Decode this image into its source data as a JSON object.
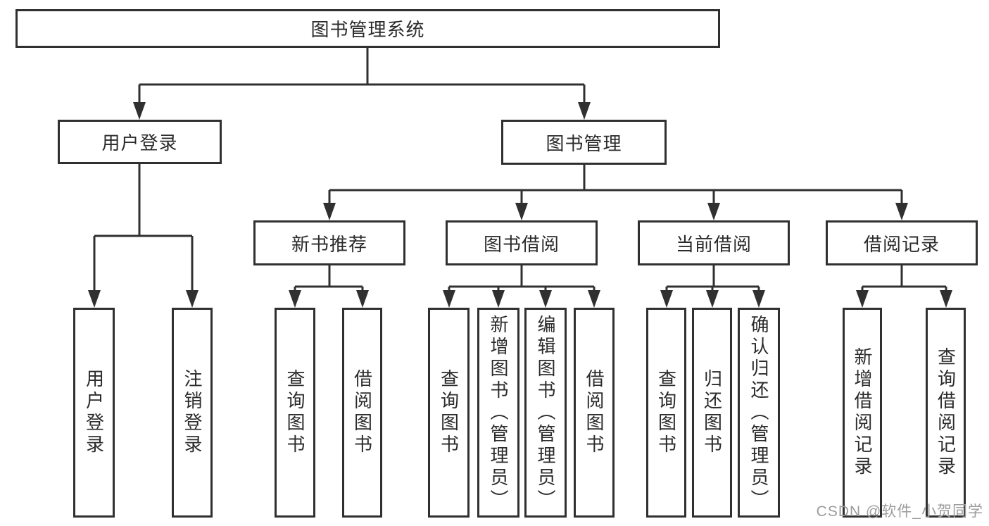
{
  "colors": {
    "line": "#303030",
    "box_border": "#303030",
    "text": "#2b2b2b",
    "background": "#ffffff",
    "watermark_text_color": "#9c9c9c"
  },
  "watermark": {
    "text": "CSDN @软件_小贺同学"
  },
  "tree": {
    "label": "图书管理系统",
    "children": [
      {
        "label": "用户登录",
        "children": [
          {
            "label": "用户登录"
          },
          {
            "label": "注销登录"
          }
        ]
      },
      {
        "label": "图书管理",
        "children": [
          {
            "label": "新书推荐",
            "children": [
              {
                "label": "查询图书"
              },
              {
                "label": "借阅图书"
              }
            ]
          },
          {
            "label": "图书借阅",
            "children": [
              {
                "label": "查询图书"
              },
              {
                "label": "新增图书（管理员）"
              },
              {
                "label": "编辑图书（管理员）"
              },
              {
                "label": "借阅图书"
              }
            ]
          },
          {
            "label": "当前借阅",
            "children": [
              {
                "label": "查询图书"
              },
              {
                "label": "归还图书"
              },
              {
                "label": "确认归还（管理员）"
              }
            ]
          },
          {
            "label": "借阅记录",
            "children": [
              {
                "label": "新增借阅记录"
              },
              {
                "label": "查询借阅记录"
              }
            ]
          }
        ]
      }
    ]
  }
}
